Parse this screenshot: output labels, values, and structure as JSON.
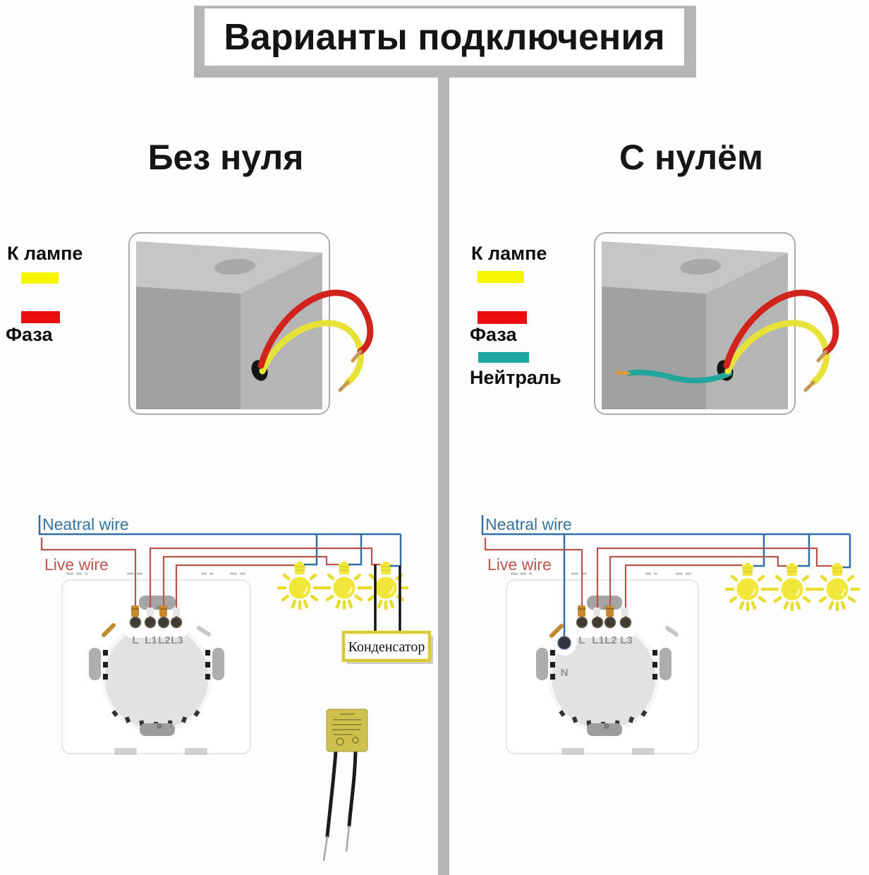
{
  "title": "Варианты подключения",
  "left": {
    "heading": "Без нуля",
    "legend": [
      {
        "label": "К лампе",
        "color": "#f7f500"
      },
      {
        "label": "Фаза",
        "color": "#e90d0d"
      }
    ],
    "diagram": {
      "neutral_label": "Neatral wire",
      "live_label": "Live wire",
      "terminals": [
        "L",
        "L1",
        "L2",
        "L3"
      ],
      "capacitor_label": "Конденсатор",
      "bulb_count": 3
    }
  },
  "right": {
    "heading": "С нулём",
    "legend": [
      {
        "label": "К лампе",
        "color": "#f7f500"
      },
      {
        "label": "Фаза",
        "color": "#e90d0d"
      },
      {
        "label": "Нейтраль",
        "color": "#1ca6a0"
      }
    ],
    "diagram": {
      "neutral_label": "Neatral wire",
      "live_label": "Live wire",
      "neutral_terminal": "N",
      "terminals": [
        "L",
        "L1",
        "L2",
        "L3"
      ],
      "bulb_count": 3
    }
  },
  "colors": {
    "divider": "#b5b5b5",
    "neutral_wire": "#2e6fa7",
    "live_wire": "#b9534d",
    "bulb_yellow": "#f1e73b",
    "wire_red": "#d0231c",
    "wire_yellow": "#e7e238",
    "wire_teal": "#23a79d",
    "capacitor_border": "#d9cb37",
    "capacitor_body": "#cec04d"
  }
}
